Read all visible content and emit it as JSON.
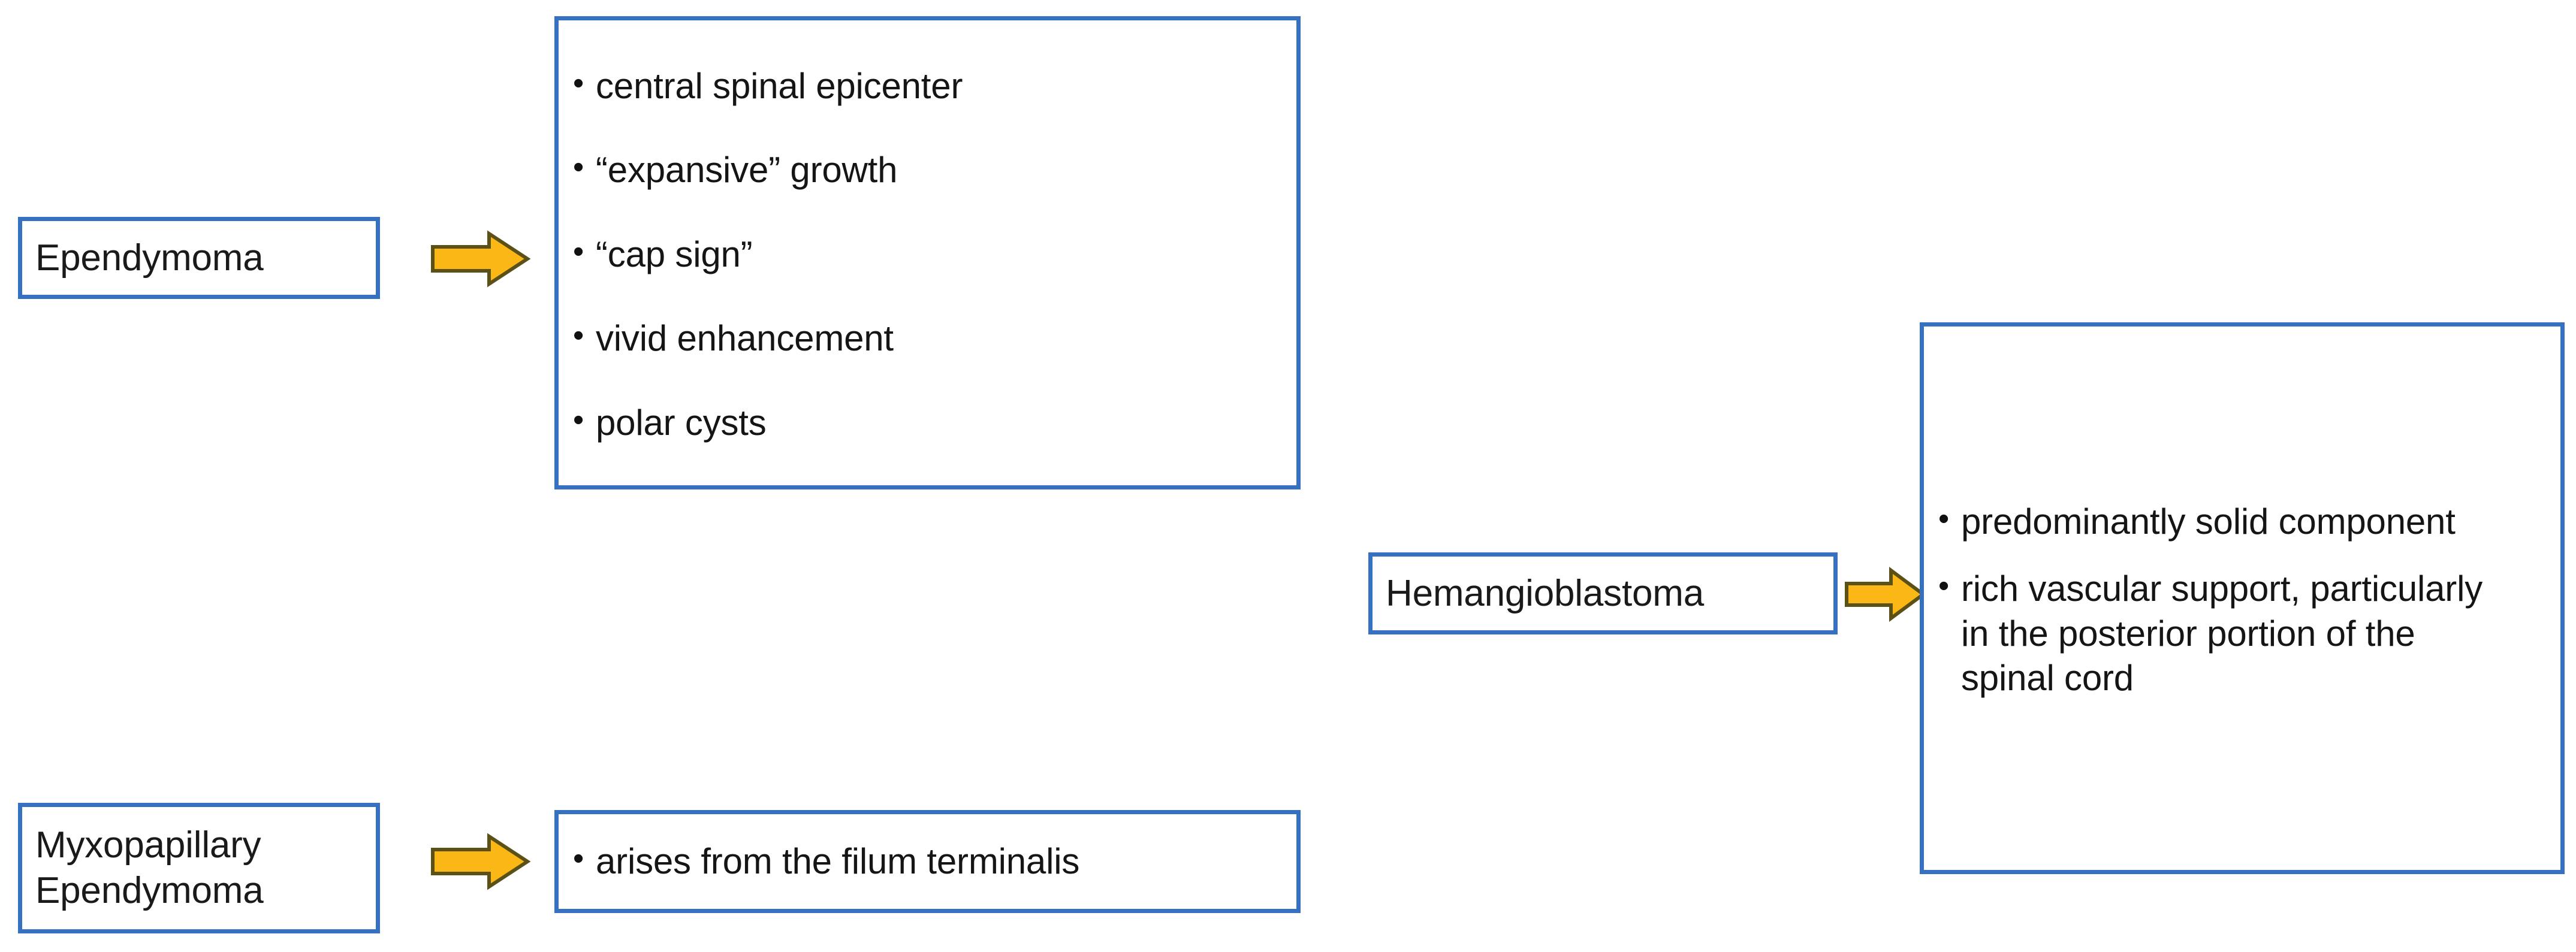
{
  "diagram": {
    "title": "Spinal cord tumor imaging features flow diagram",
    "accent_border_color": "#3571C0",
    "arrow_fill_color": "#FBB715",
    "arrow_outline_color": "#5B5016",
    "text_color": "#151515",
    "background_color": "#FFFFFF",
    "bullet_glyph": "•"
  },
  "nodes": {
    "ependymoma": {
      "label": "Ependymoma"
    },
    "myxopapillary": {
      "label": "Myxopapillary\nEpendymoma"
    },
    "hemangioblastoma": {
      "label": "Hemangioblastoma"
    }
  },
  "feature_boxes": {
    "ependymoma_features": {
      "bullets": [
        "central spinal epicenter",
        "“expansive” growth",
        "“cap sign”",
        "vivid enhancement",
        "polar cysts"
      ]
    },
    "myxopapillary_features": {
      "bullets": [
        "arises from the filum terminalis"
      ]
    },
    "hemangioblastoma_features": {
      "bullets": [
        "predominantly solid component",
        "rich vascular support, particularly in the posterior portion of the spinal cord"
      ]
    }
  },
  "arrows": {
    "ependymoma_arrow": {
      "name": "arrow-ependymoma-to-features",
      "direction": "right"
    },
    "myxopapillary_arrow": {
      "name": "arrow-myxopapillary-to-features",
      "direction": "right"
    },
    "hemangioblastoma_arrow": {
      "name": "arrow-hemangioblastoma-to-features",
      "direction": "right"
    }
  }
}
